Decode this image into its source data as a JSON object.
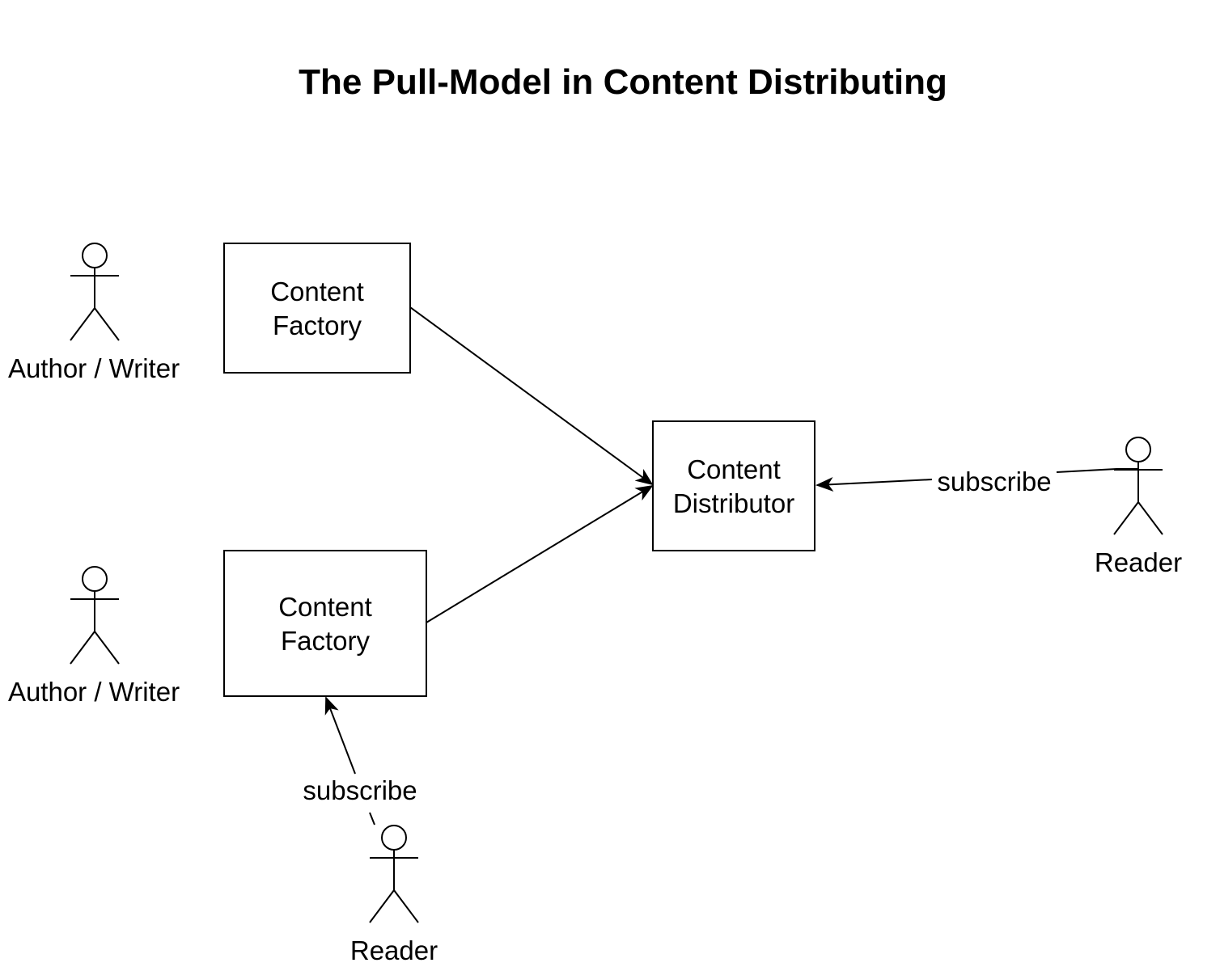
{
  "title": "The Pull-Model in Content Distributing",
  "colors": {
    "stroke": "#000000",
    "background": "#ffffff"
  },
  "actors": {
    "author_top": {
      "label": "Author / Writer"
    },
    "author_bottom": {
      "label": "Author / Writer"
    },
    "reader_right": {
      "label": "Reader"
    },
    "reader_bottom": {
      "label": "Reader"
    }
  },
  "nodes": {
    "factory_top": {
      "line1": "Content",
      "line2": "Factory"
    },
    "factory_bottom": {
      "line1": "Content",
      "line2": "Factory"
    },
    "distributor": {
      "line1": "Content",
      "line2": "Distributor"
    }
  },
  "edges": {
    "reader_right_to_distributor": {
      "label": "subscribe"
    },
    "reader_bottom_to_factory": {
      "label": "subscribe"
    }
  }
}
